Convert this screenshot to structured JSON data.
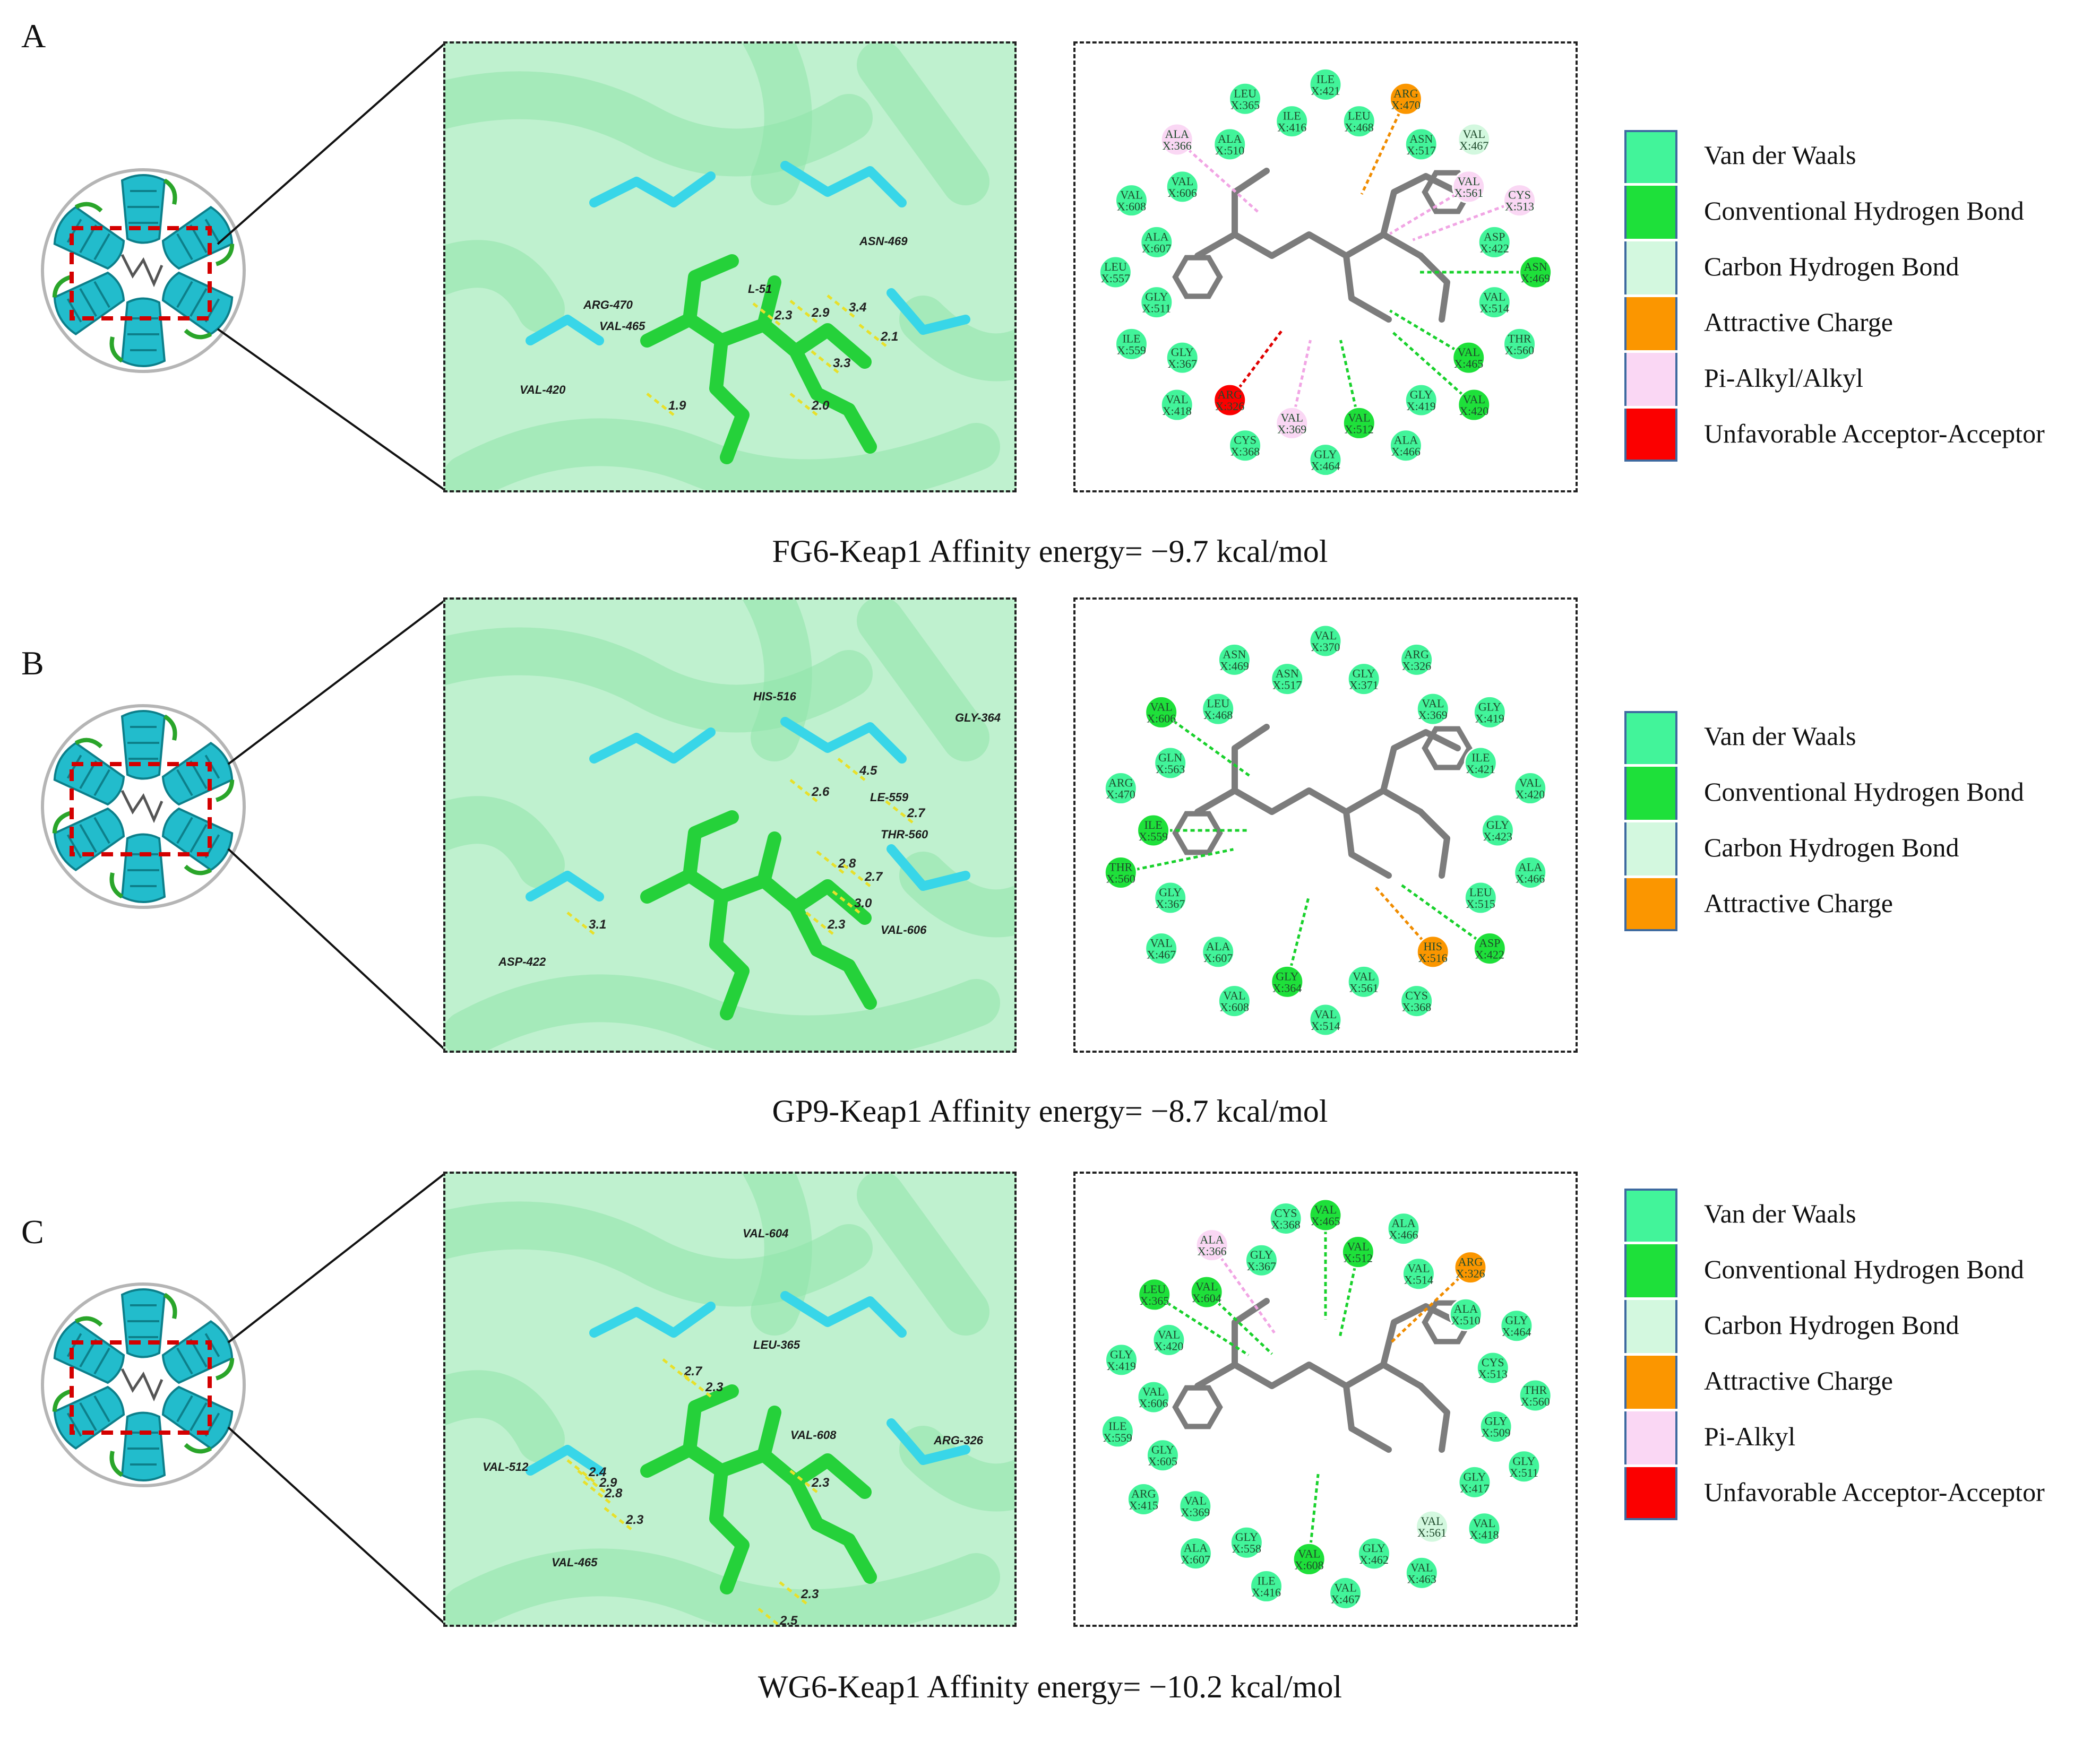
{
  "colors": {
    "van_der_waals": "#42f49a",
    "conventional_hbond": "#1ee03a",
    "carbon_hbond": "#d3f8df",
    "attractive_charge": "#fb9600",
    "pi_alkyl": "#fad7f4",
    "unfavorable": "#fb0000",
    "ligand_protein": "#25d13a",
    "residue_stick": "#38d6e8",
    "ribbon": "#22bccc"
  },
  "panels": [
    {
      "letter": "A",
      "caption": "FG6-Keap1 Affinity energy= −9.7 kcal/mol",
      "legend": [
        {
          "label": "Van der Waals",
          "color_key": "van_der_waals"
        },
        {
          "label": "Conventional Hydrogen Bond",
          "color_key": "conventional_hbond"
        },
        {
          "label": "Carbon Hydrogen Bond",
          "color_key": "carbon_hbond"
        },
        {
          "label": "Attractive Charge",
          "color_key": "attractive_charge"
        },
        {
          "label": "Pi-Alkyl/Alkyl",
          "color_key": "pi_alkyl"
        },
        {
          "label": "Unfavorable Acceptor-Acceptor",
          "color_key": "unfavorable"
        }
      ],
      "view_residues": [
        "ARG-470",
        "VAL-465",
        "ASN-469",
        "VAL-420",
        "L-51"
      ],
      "distances": [
        "2.3",
        "2.9",
        "3.4",
        "2.1",
        "3.3",
        "1.9",
        "2.0"
      ],
      "map_residues": [
        {
          "name": "ILE",
          "num": "X:421",
          "type": "van_der_waals"
        },
        {
          "name": "LEU",
          "num": "X:468",
          "type": "van_der_waals"
        },
        {
          "name": "ARG",
          "num": "X:470",
          "type": "attractive_charge"
        },
        {
          "name": "ASN",
          "num": "X:517",
          "type": "van_der_waals"
        },
        {
          "name": "VAL",
          "num": "X:467",
          "type": "carbon_hbond"
        },
        {
          "name": "VAL",
          "num": "X:561",
          "type": "pi_alkyl"
        },
        {
          "name": "CYS",
          "num": "X:513",
          "type": "pi_alkyl"
        },
        {
          "name": "ASP",
          "num": "X:422",
          "type": "van_der_waals"
        },
        {
          "name": "ASN",
          "num": "X:469",
          "type": "conventional_hbond"
        },
        {
          "name": "VAL",
          "num": "X:514",
          "type": "van_der_waals"
        },
        {
          "name": "THR",
          "num": "X:560",
          "type": "van_der_waals"
        },
        {
          "name": "VAL",
          "num": "X:465",
          "type": "conventional_hbond"
        },
        {
          "name": "VAL",
          "num": "X:420",
          "type": "conventional_hbond"
        },
        {
          "name": "GLY",
          "num": "X:419",
          "type": "van_der_waals"
        },
        {
          "name": "ALA",
          "num": "X:466",
          "type": "van_der_waals"
        },
        {
          "name": "VAL",
          "num": "X:512",
          "type": "conventional_hbond"
        },
        {
          "name": "GLY",
          "num": "X:464",
          "type": "van_der_waals"
        },
        {
          "name": "VAL",
          "num": "X:369",
          "type": "pi_alkyl"
        },
        {
          "name": "CYS",
          "num": "X:368",
          "type": "van_der_waals"
        },
        {
          "name": "ARG",
          "num": "X:326",
          "type": "unfavorable"
        },
        {
          "name": "VAL",
          "num": "X:418",
          "type": "van_der_waals"
        },
        {
          "name": "GLY",
          "num": "X:367",
          "type": "van_der_waals"
        },
        {
          "name": "ILE",
          "num": "X:559",
          "type": "van_der_waals"
        },
        {
          "name": "GLY",
          "num": "X:511",
          "type": "van_der_waals"
        },
        {
          "name": "LEU",
          "num": "X:557",
          "type": "van_der_waals"
        },
        {
          "name": "ALA",
          "num": "X:607",
          "type": "van_der_waals"
        },
        {
          "name": "VAL",
          "num": "X:608",
          "type": "van_der_waals"
        },
        {
          "name": "VAL",
          "num": "X:606",
          "type": "van_der_waals"
        },
        {
          "name": "ALA",
          "num": "X:366",
          "type": "pi_alkyl"
        },
        {
          "name": "ALA",
          "num": "X:510",
          "type": "van_der_waals"
        },
        {
          "name": "LEU",
          "num": "X:365",
          "type": "van_der_waals"
        },
        {
          "name": "ILE",
          "num": "X:416",
          "type": "van_der_waals"
        }
      ]
    },
    {
      "letter": "B",
      "caption": "GP9-Keap1 Affinity energy= −8.7 kcal/mol",
      "legend": [
        {
          "label": "Van der Waals",
          "color_key": "van_der_waals"
        },
        {
          "label": "Conventional Hydrogen Bond",
          "color_key": "conventional_hbond"
        },
        {
          "label": "Carbon Hydrogen Bond",
          "color_key": "carbon_hbond"
        },
        {
          "label": "Attractive Charge",
          "color_key": "attractive_charge"
        }
      ],
      "view_residues": [
        "HIS-516",
        "GLY-364",
        "LE-559",
        "THR-560",
        "VAL-606",
        "ASP-422"
      ],
      "distances": [
        "2.6",
        "4.5",
        "2.7",
        "2.8",
        "2.7",
        "3.0",
        "2.3",
        "3.1"
      ],
      "map_residues": [
        {
          "name": "VAL",
          "num": "X:370",
          "type": "van_der_waals"
        },
        {
          "name": "GLY",
          "num": "X:371",
          "type": "van_der_waals"
        },
        {
          "name": "ARG",
          "num": "X:326",
          "type": "van_der_waals"
        },
        {
          "name": "VAL",
          "num": "X:369",
          "type": "van_der_waals"
        },
        {
          "name": "GLY",
          "num": "X:419",
          "type": "van_der_waals"
        },
        {
          "name": "ILE",
          "num": "X:421",
          "type": "van_der_waals"
        },
        {
          "name": "VAL",
          "num": "X:420",
          "type": "van_der_waals"
        },
        {
          "name": "GLY",
          "num": "X:423",
          "type": "van_der_waals"
        },
        {
          "name": "ALA",
          "num": "X:466",
          "type": "van_der_waals"
        },
        {
          "name": "LEU",
          "num": "X:515",
          "type": "van_der_waals"
        },
        {
          "name": "ASP",
          "num": "X:422",
          "type": "conventional_hbond"
        },
        {
          "name": "HIS",
          "num": "X:516",
          "type": "attractive_charge"
        },
        {
          "name": "CYS",
          "num": "X:368",
          "type": "van_der_waals"
        },
        {
          "name": "VAL",
          "num": "X:561",
          "type": "van_der_waals"
        },
        {
          "name": "VAL",
          "num": "X:514",
          "type": "van_der_waals"
        },
        {
          "name": "GLY",
          "num": "X:364",
          "type": "conventional_hbond"
        },
        {
          "name": "VAL",
          "num": "X:608",
          "type": "van_der_waals"
        },
        {
          "name": "ALA",
          "num": "X:607",
          "type": "van_der_waals"
        },
        {
          "name": "VAL",
          "num": "X:467",
          "type": "van_der_waals"
        },
        {
          "name": "GLY",
          "num": "X:367",
          "type": "van_der_waals"
        },
        {
          "name": "THR",
          "num": "X:560",
          "type": "conventional_hbond"
        },
        {
          "name": "ILE",
          "num": "X:559",
          "type": "conventional_hbond"
        },
        {
          "name": "ARG",
          "num": "X:470",
          "type": "van_der_waals"
        },
        {
          "name": "GLN",
          "num": "X:563",
          "type": "van_der_waals"
        },
        {
          "name": "VAL",
          "num": "X:606",
          "type": "conventional_hbond"
        },
        {
          "name": "LEU",
          "num": "X:468",
          "type": "van_der_waals"
        },
        {
          "name": "ASN",
          "num": "X:469",
          "type": "van_der_waals"
        },
        {
          "name": "ASN",
          "num": "X:517",
          "type": "van_der_waals"
        }
      ]
    },
    {
      "letter": "C",
      "caption": "WG6-Keap1 Affinity energy= −10.2 kcal/mol",
      "legend": [
        {
          "label": "Van der Waals",
          "color_key": "van_der_waals"
        },
        {
          "label": "Conventional Hydrogen Bond",
          "color_key": "conventional_hbond"
        },
        {
          "label": "Carbon Hydrogen Bond",
          "color_key": "carbon_hbond"
        },
        {
          "label": "Attractive Charge",
          "color_key": "attractive_charge"
        },
        {
          "label": "Pi-Alkyl",
          "color_key": "pi_alkyl"
        },
        {
          "label": "Unfavorable Acceptor-Acceptor",
          "color_key": "unfavorable"
        }
      ],
      "view_residues": [
        "VAL-604",
        "LEU-365",
        "VAL-608",
        "ARG-326",
        "VAL-512",
        "VAL-465"
      ],
      "distances": [
        "2.7",
        "2.3",
        "2.4",
        "2.9",
        "2.8",
        "2.3",
        "2.3",
        "2.3",
        "2.5"
      ],
      "map_residues": [
        {
          "name": "VAL",
          "num": "X:465",
          "type": "conventional_hbond"
        },
        {
          "name": "VAL",
          "num": "X:512",
          "type": "conventional_hbond"
        },
        {
          "name": "ALA",
          "num": "X:466",
          "type": "van_der_waals"
        },
        {
          "name": "VAL",
          "num": "X:514",
          "type": "van_der_waals"
        },
        {
          "name": "ARG",
          "num": "X:326",
          "type": "attractive_charge"
        },
        {
          "name": "ALA",
          "num": "X:510",
          "type": "van_der_waals"
        },
        {
          "name": "GLY",
          "num": "X:464",
          "type": "van_der_waals"
        },
        {
          "name": "CYS",
          "num": "X:513",
          "type": "van_der_waals"
        },
        {
          "name": "THR",
          "num": "X:560",
          "type": "van_der_waals"
        },
        {
          "name": "GLY",
          "num": "X:509",
          "type": "van_der_waals"
        },
        {
          "name": "GLY",
          "num": "X:511",
          "type": "van_der_waals"
        },
        {
          "name": "GLY",
          "num": "X:417",
          "type": "van_der_waals"
        },
        {
          "name": "VAL",
          "num": "X:418",
          "type": "van_der_waals"
        },
        {
          "name": "VAL",
          "num": "X:561",
          "type": "carbon_hbond"
        },
        {
          "name": "VAL",
          "num": "X:463",
          "type": "van_der_waals"
        },
        {
          "name": "GLY",
          "num": "X:462",
          "type": "van_der_waals"
        },
        {
          "name": "VAL",
          "num": "X:467",
          "type": "van_der_waals"
        },
        {
          "name": "VAL",
          "num": "X:608",
          "type": "conventional_hbond"
        },
        {
          "name": "ILE",
          "num": "X:416",
          "type": "van_der_waals"
        },
        {
          "name": "GLY",
          "num": "X:558",
          "type": "van_der_waals"
        },
        {
          "name": "ALA",
          "num": "X:607",
          "type": "van_der_waals"
        },
        {
          "name": "VAL",
          "num": "X:369",
          "type": "van_der_waals"
        },
        {
          "name": "ARG",
          "num": "X:415",
          "type": "van_der_waals"
        },
        {
          "name": "GLY",
          "num": "X:605",
          "type": "van_der_waals"
        },
        {
          "name": "ILE",
          "num": "X:559",
          "type": "van_der_waals"
        },
        {
          "name": "VAL",
          "num": "X:606",
          "type": "van_der_waals"
        },
        {
          "name": "GLY",
          "num": "X:419",
          "type": "van_der_waals"
        },
        {
          "name": "VAL",
          "num": "X:420",
          "type": "van_der_waals"
        },
        {
          "name": "LEU",
          "num": "X:365",
          "type": "conventional_hbond"
        },
        {
          "name": "VAL",
          "num": "X:604",
          "type": "conventional_hbond"
        },
        {
          "name": "ALA",
          "num": "X:366",
          "type": "pi_alkyl"
        },
        {
          "name": "GLY",
          "num": "X:367",
          "type": "van_der_waals"
        },
        {
          "name": "CYS",
          "num": "X:368",
          "type": "van_der_waals"
        }
      ]
    }
  ]
}
